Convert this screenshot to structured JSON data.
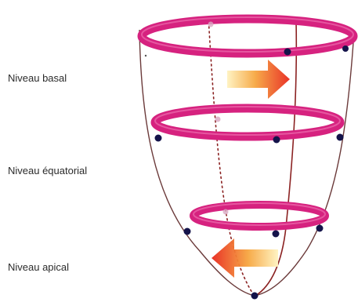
{
  "labels": {
    "basal": "Niveau basal",
    "equatorial": "Niveau équatorial",
    "apical": "Niveau apical"
  },
  "colors": {
    "ring": "#d6227f",
    "ring_highlight": "#f07ab5",
    "outline": "#7a3a3a",
    "dots": "#14134a",
    "arrow_strong": "#e8281c",
    "arrow_fade": "#fff3c0"
  },
  "arrows": {
    "basal_direction": "right",
    "apical_direction": "left"
  }
}
